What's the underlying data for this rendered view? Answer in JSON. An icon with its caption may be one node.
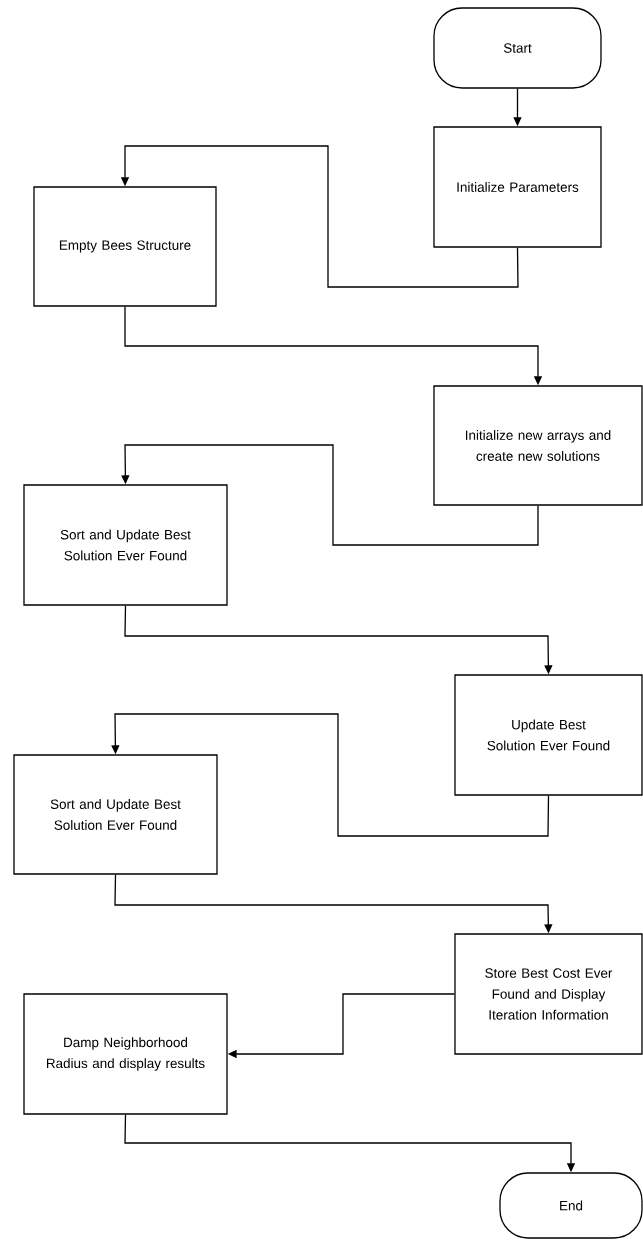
{
  "diagram": {
    "nodes": [
      {
        "text": [
          "Start"
        ]
      },
      {
        "text": [
          "Initialize Parameters"
        ]
      },
      {
        "text": [
          "Empty Bees Structure"
        ]
      },
      {
        "text": [
          "Initialize new arrays and create new solutions"
        ]
      },
      {
        "text": [
          "Sort and  Update Best Solution Ever Found"
        ]
      },
      {
        "text": [
          "Update Best Solution Ever Found"
        ]
      },
      {
        "text": [
          "Sort and Update Best Solution Ever Found"
        ]
      },
      {
        "text": [
          "Store Best Cost Ever Found and Display Iteration Information"
        ]
      },
      {
        "text": [
          "Damp Neighborhood Radius and display results"
        ]
      },
      {
        "text": [
          "End"
        ]
      }
    ],
    "edges": [
      {
        "from": 0,
        "to": 1,
        "arrow": "to"
      },
      {
        "from": 1,
        "to": 2,
        "arrow": "to"
      },
      {
        "from": 2,
        "to": 3,
        "arrow": "to"
      },
      {
        "from": 3,
        "to": 4,
        "arrow": "to"
      },
      {
        "from": 4,
        "to": 5,
        "arrow": "to"
      },
      {
        "from": 5,
        "to": 6,
        "arrow": "to"
      },
      {
        "from": 6,
        "to": 7,
        "arrow": "to"
      },
      {
        "from": 7,
        "to": 8,
        "arrow": "to"
      },
      {
        "from": 8,
        "to": 9,
        "arrow": "to"
      }
    ]
  }
}
